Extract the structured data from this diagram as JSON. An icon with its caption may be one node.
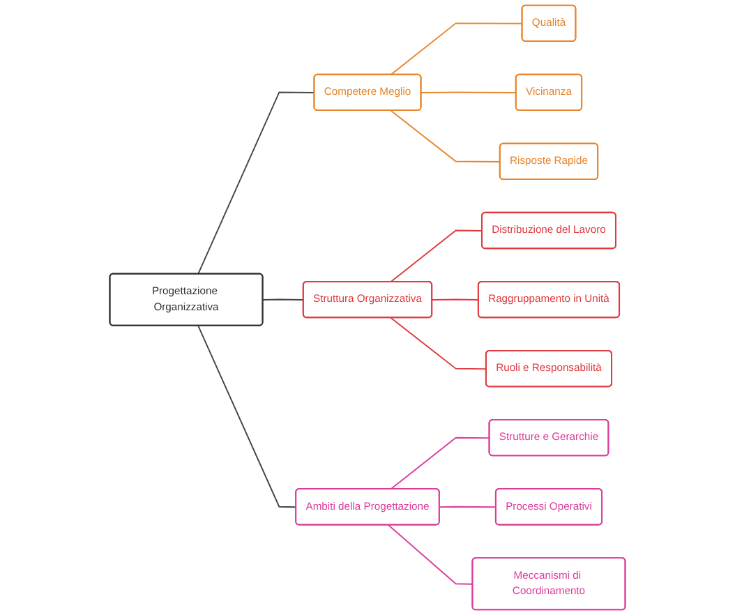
{
  "diagram": {
    "nodes": [
      {
        "text": [
          "Progettazione Organizzativa"
        ]
      },
      {
        "text": [
          "Competere Meglio"
        ]
      },
      {
        "text": [
          "Qualità"
        ]
      },
      {
        "text": [
          "Vicinanza"
        ]
      },
      {
        "text": [
          "Risposte Rapide"
        ]
      },
      {
        "text": [
          "Struttura Organizzativa"
        ]
      },
      {
        "text": [
          "Distribuzione del Lavoro"
        ]
      },
      {
        "text": [
          "Raggruppamento in Unità"
        ]
      },
      {
        "text": [
          "Ruoli e Responsabilità"
        ]
      },
      {
        "text": [
          "Ambiti della Progettazione"
        ]
      },
      {
        "text": [
          "Strutture e Gerarchie"
        ]
      },
      {
        "text": [
          "Processi Operativi"
        ]
      },
      {
        "text": [
          "Meccanismi di Coordinamento"
        ]
      }
    ],
    "edges": [
      {
        "from": 0,
        "to": 1,
        "arrow": "none"
      },
      {
        "from": 0,
        "to": 5,
        "arrow": "none"
      },
      {
        "from": 0,
        "to": 9,
        "arrow": "none"
      },
      {
        "from": 1,
        "to": 2,
        "arrow": "none",
        "color": "#e8842a"
      },
      {
        "from": 1,
        "to": 3,
        "arrow": "none",
        "color": "#e8842a"
      },
      {
        "from": 1,
        "to": 4,
        "arrow": "none",
        "color": "#e8842a"
      },
      {
        "from": 5,
        "to": 6,
        "arrow": "none",
        "color": "#e0393e"
      },
      {
        "from": 5,
        "to": 7,
        "arrow": "none",
        "color": "#e0393e"
      },
      {
        "from": 5,
        "to": 8,
        "arrow": "none",
        "color": "#e0393e"
      },
      {
        "from": 9,
        "to": 10,
        "arrow": "none",
        "color": "#db3d9a"
      },
      {
        "from": 9,
        "to": 11,
        "arrow": "none",
        "color": "#db3d9a"
      },
      {
        "from": 9,
        "to": 12,
        "arrow": "none",
        "color": "#db3d9a"
      }
    ]
  }
}
